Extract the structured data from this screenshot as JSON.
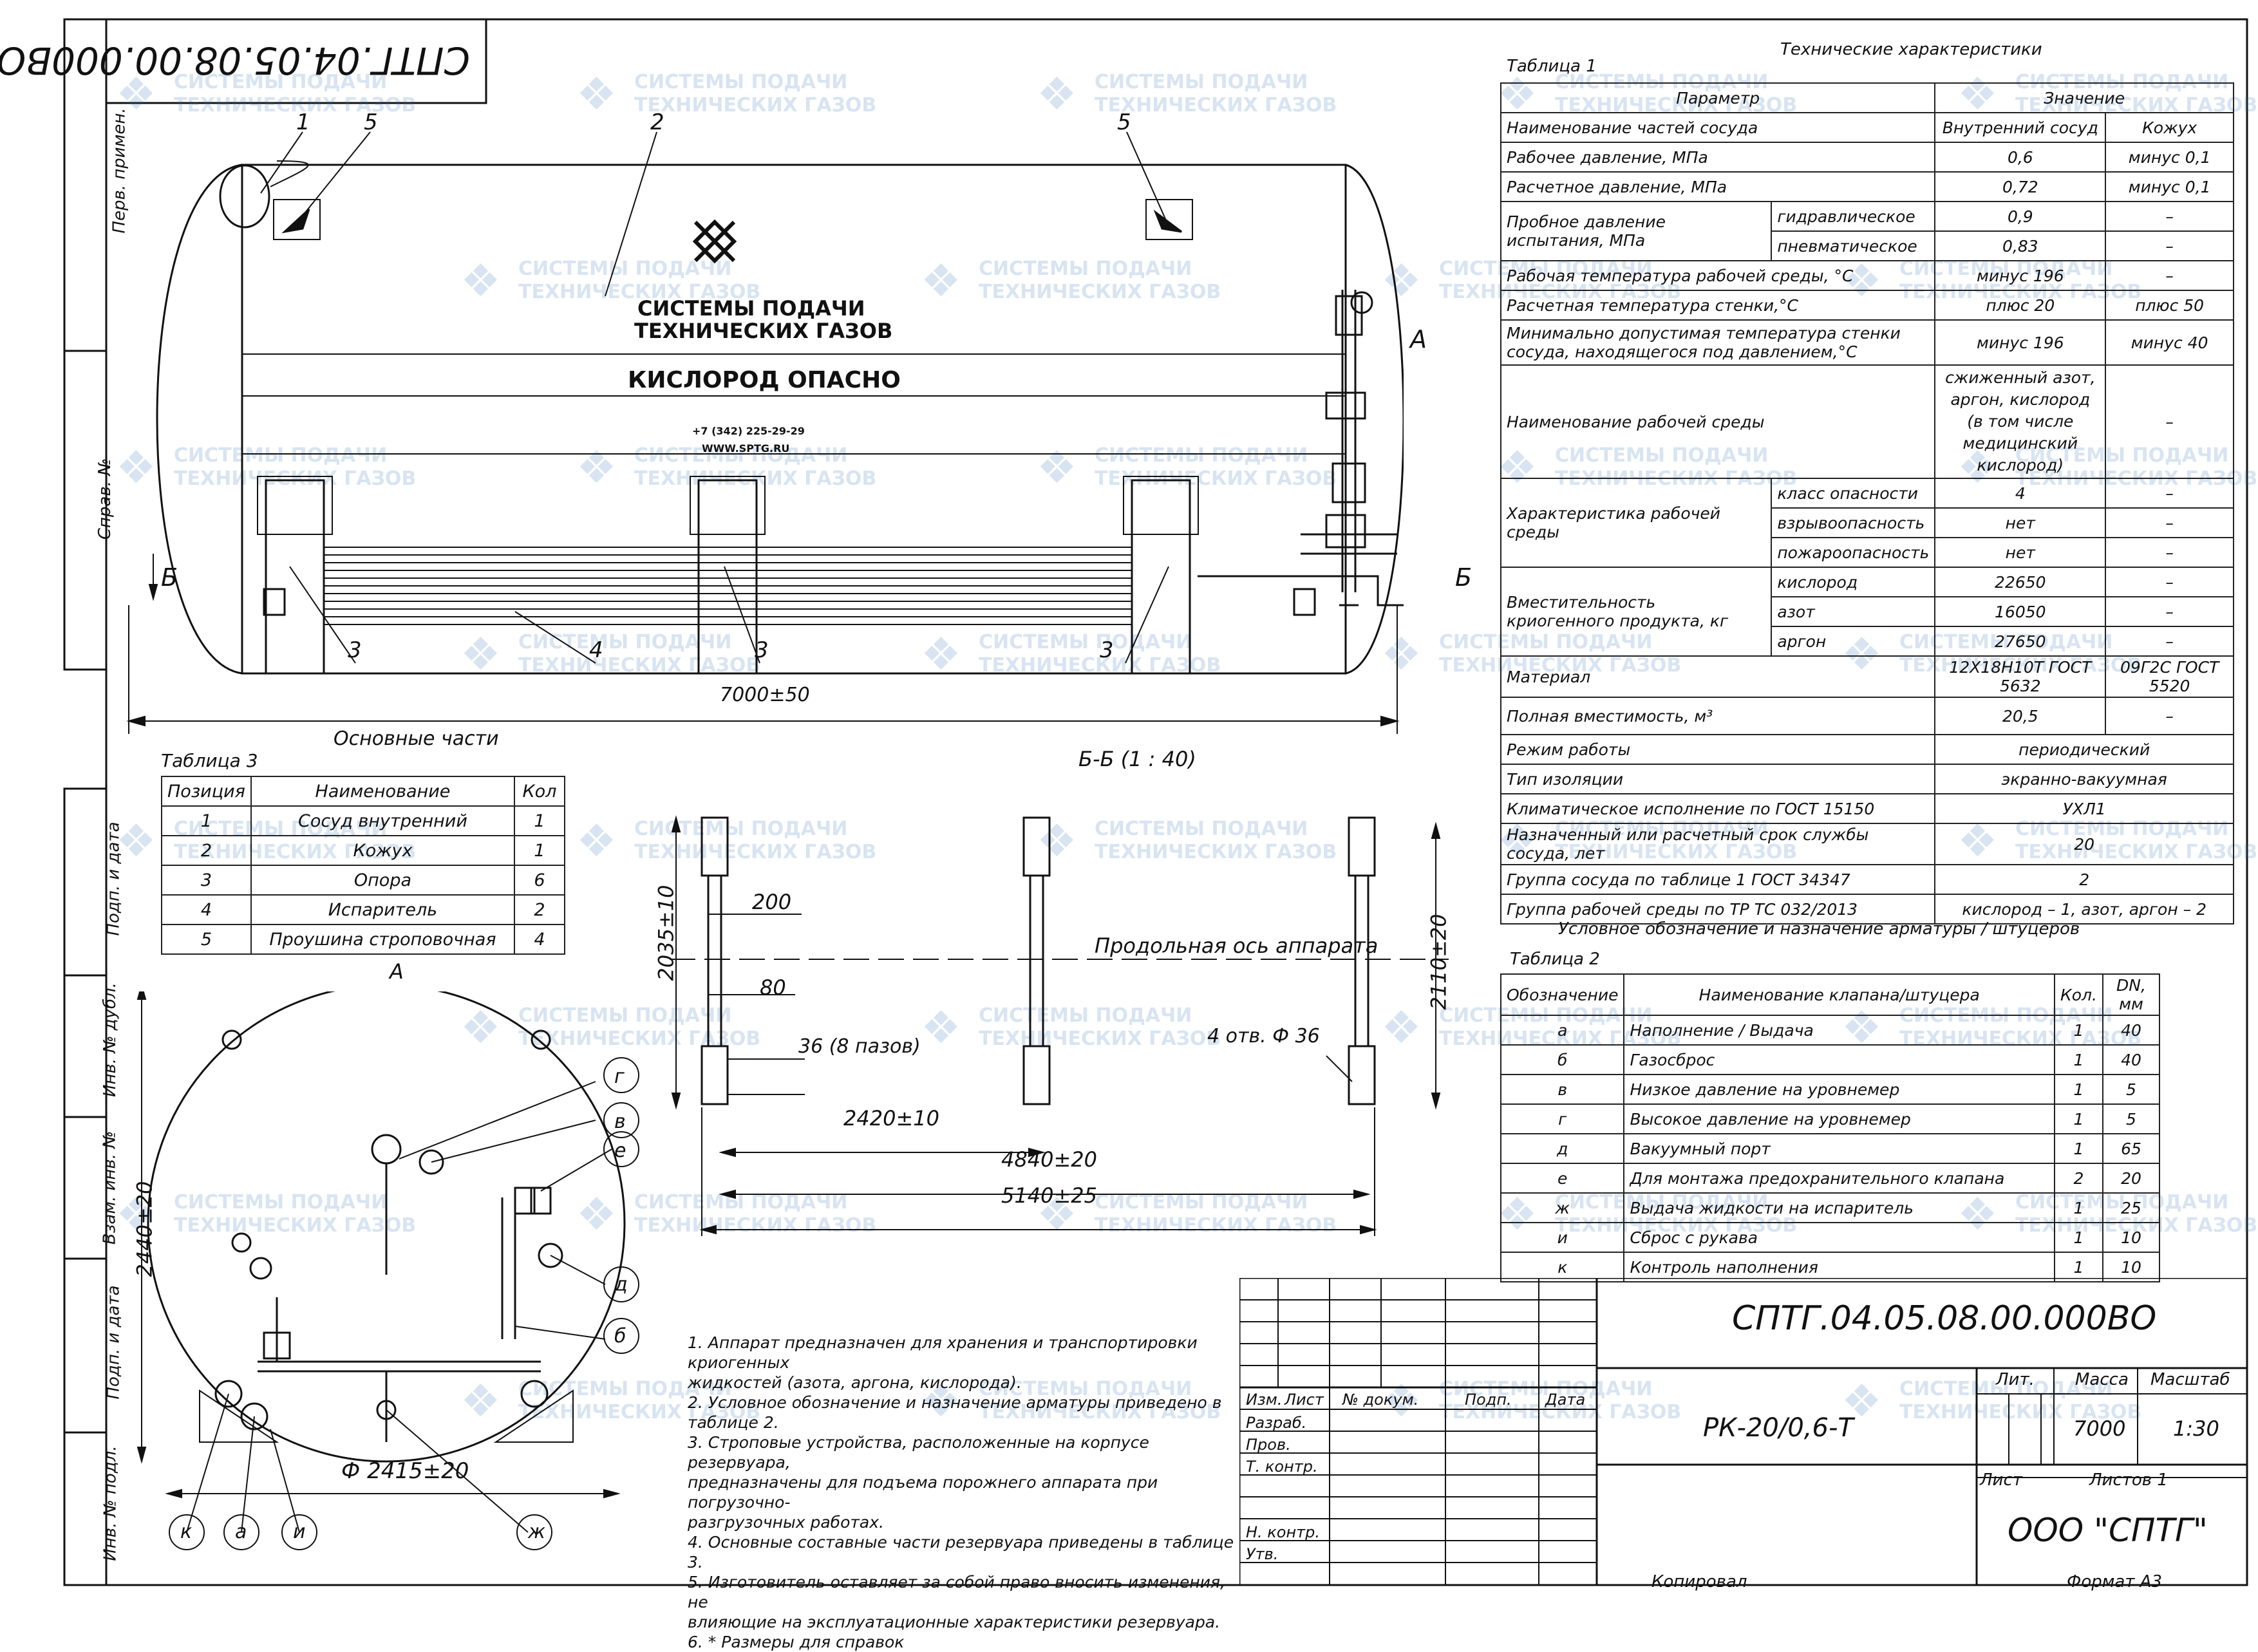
{
  "doc_code": "СПТГ.04.05.08.00.000ВО",
  "side_labels": [
    "Перв. примен.",
    "Справ. №",
    "Подп. и дата",
    "Инв. № дубл.",
    "Взам. инв. №",
    "Подп. и дата",
    "Инв. № подл."
  ],
  "watermark": {
    "line1": "СИСТЕМЫ ПОДАЧИ",
    "line2": "ТЕХНИЧЕСКИХ ГАЗОВ"
  },
  "tank": {
    "logo_line1": "СИСТЕМЫ ПОДАЧИ",
    "logo_line2": "ТЕХНИЧЕСКИХ ГАЗОВ",
    "warning": "КИСЛОРОД  ОПАСНО",
    "phone": "+7 (342) 225-29-29",
    "site": "WWW.SPTG.RU",
    "callouts": [
      "1",
      "5",
      "2",
      "5",
      "3",
      "4",
      "3",
      "3"
    ],
    "view_a": "А",
    "section_b": "Б",
    "length": "7000±50",
    "caption": "Основные части"
  },
  "section_view": {
    "title": "Б-Б (1 : 40)",
    "dims": [
      "200",
      "80",
      "2035±10",
      "36 (8 пазов)",
      "2420±10",
      "4840±20",
      "5140±25",
      "2110±20",
      "4 отв. Ф 36"
    ],
    "axis_label": "Продольная ось аппарата"
  },
  "end_view": {
    "view_label": "А",
    "height": "2440±20",
    "diameter": "Ф 2415±20",
    "callouts": [
      "г",
      "в",
      "е",
      "д",
      "б",
      "к",
      "а",
      "и",
      "ж"
    ]
  },
  "table1": {
    "label": "Таблица 1",
    "title": "Технические характеристики",
    "col_param": "Параметр",
    "col_value": "Значение",
    "rows": [
      {
        "p": "Наименование частей сосуда",
        "s": "",
        "v1": "Внутренний сосуд",
        "v2": "Кожух"
      },
      {
        "p": "Рабочее давление, МПа",
        "s": "",
        "v1": "0,6",
        "v2": "минус 0,1"
      },
      {
        "p": "Расчетное давление, МПа",
        "s": "",
        "v1": "0,72",
        "v2": "минус 0,1"
      },
      {
        "p": "Пробное давление испытания, МПа",
        "s": "гидравлическое",
        "v1": "0,9",
        "v2": "–"
      },
      {
        "p": "",
        "s": "пневматическое",
        "v1": "0,83",
        "v2": "–"
      },
      {
        "p": "Рабочая температура рабочей среды, °С",
        "s": "",
        "v1": "минус 196",
        "v2": "–"
      },
      {
        "p": "Расчетная температура стенки,°С",
        "s": "",
        "v1": "плюс 20",
        "v2": "плюс 50"
      },
      {
        "p": "Минимально допустимая температура стенки сосуда, находящегося под давлением,°С",
        "s": "",
        "v1": "минус 196",
        "v2": "минус 40"
      },
      {
        "p": "Наименование рабочей среды",
        "s": "",
        "v1": "сжиженный азот, аргон, кислород (в том числе медицинский кислород)",
        "v2": "–"
      },
      {
        "p": "Характеристика рабочей среды",
        "s": "класс опасности",
        "v1": "4",
        "v2": "–"
      },
      {
        "p": "",
        "s": "взрывоопасность",
        "v1": "нет",
        "v2": "–"
      },
      {
        "p": "",
        "s": "пожароопасность",
        "v1": "нет",
        "v2": "–"
      },
      {
        "p": "Вместительность криогенного продукта, кг",
        "s": "кислород",
        "v1": "22650",
        "v2": "–"
      },
      {
        "p": "",
        "s": "азот",
        "v1": "16050",
        "v2": "–"
      },
      {
        "p": "",
        "s": "аргон",
        "v1": "27650",
        "v2": "–"
      },
      {
        "p": "Материал",
        "s": "",
        "v1": "12Х18Н10Т ГОСТ 5632",
        "v2": "09Г2С ГОСТ 5520"
      },
      {
        "p": "Полная вместимость, м³",
        "s": "",
        "v1": "20,5",
        "v2": "–"
      }
    ],
    "merged": [
      {
        "p": "Режим работы",
        "v": "периодический"
      },
      {
        "p": "Тип изоляции",
        "v": "экранно-вакуумная"
      },
      {
        "p": "Климатическое исполнение по ГОСТ 15150",
        "v": "УХЛ1"
      },
      {
        "p": "Назначенный или расчетный срок службы сосуда, лет",
        "v": "20"
      },
      {
        "p": "Группа сосуда по таблице 1 ГОСТ 34347",
        "v": "2"
      },
      {
        "p": "Группа рабочей среды по ТР ТС 032/2013",
        "v": "кислород – 1, азот, аргон – 2"
      }
    ]
  },
  "table2": {
    "caption": "Условное обозначение и назначение арматуры / штуцеров",
    "label": "Таблица 2",
    "headers": [
      "Обозначение",
      "Наименование клапана/штуцера",
      "Кол.",
      "DN, мм"
    ],
    "rows": [
      [
        "а",
        "Наполнение / Выдача",
        "1",
        "40"
      ],
      [
        "б",
        "Газосброс",
        "1",
        "40"
      ],
      [
        "в",
        "Низкое давление на уровнемер",
        "1",
        "5"
      ],
      [
        "г",
        "Высокое давление на уровнемер",
        "1",
        "5"
      ],
      [
        "д",
        "Вакуумный порт",
        "1",
        "65"
      ],
      [
        "е",
        "Для монтажа предохранительного клапана",
        "2",
        "20"
      ],
      [
        "ж",
        "Выдача жидкости на испаритель",
        "1",
        "25"
      ],
      [
        "и",
        "Сброс с рукава",
        "1",
        "10"
      ],
      [
        "к",
        "Контроль наполнения",
        "1",
        "10"
      ]
    ]
  },
  "table3": {
    "label": "Таблица 3",
    "headers": [
      "Позиция",
      "Наименование",
      "Кол"
    ],
    "rows": [
      [
        "1",
        "Сосуд внутренний",
        "1"
      ],
      [
        "2",
        "Кожух",
        "1"
      ],
      [
        "3",
        "Опора",
        "6"
      ],
      [
        "4",
        "Испаритель",
        "2"
      ],
      [
        "5",
        "Проушина строповочная",
        "4"
      ]
    ]
  },
  "notes": [
    "1. Аппарат предназначен для хранения и транспортировки криогенных",
    "жидкостей (азота, аргона, кислорода).",
    "2. Условное обозначение и назначение арматуры приведено в таблице 2.",
    "3. Строповые устройства, расположенные на корпусе резервуара,",
    "предназначены для подъема порожнего аппарата при погрузочно-",
    "разгрузочных работах.",
    "4. Основные составные части резервуара приведены в таблице 3.",
    "5. Изготовитель оставляет за собой право вносить изменения, не",
    "влияющие на эксплуатационные характеристики резервуара.",
    "6. * Размеры  для справок"
  ],
  "title_block": {
    "code": "СПТГ.04.05.08.00.000ВО",
    "name": "РК-20/0,6-Т",
    "company": "ООО \"СПТГ\"",
    "col_heads": [
      "Изм.",
      "Лист",
      "№ докум.",
      "Подп.",
      "Дата"
    ],
    "roles": [
      "Разраб.",
      "Пров.",
      "Т. контр.",
      "Н. контр.",
      "Утв."
    ],
    "lit": "Лит.",
    "mass_label": "Масса",
    "scale_label": "Масштаб",
    "mass": "7000",
    "scale": "1:30",
    "sheet": "Лист",
    "sheets": "Листов 1",
    "copied": "Копировал",
    "format": "Формат А3"
  }
}
